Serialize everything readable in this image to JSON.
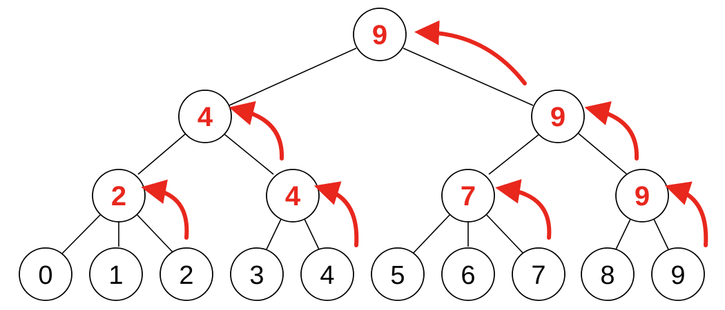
{
  "colors": {
    "accent": "#e8271d",
    "stroke": "#000000",
    "background": "#ffffff"
  },
  "tree": {
    "root": {
      "label": "9"
    },
    "level1": [
      {
        "label": "4"
      },
      {
        "label": "9"
      }
    ],
    "level2": [
      {
        "label": "2"
      },
      {
        "label": "4"
      },
      {
        "label": "7"
      },
      {
        "label": "9"
      }
    ],
    "leaves": [
      {
        "label": "0"
      },
      {
        "label": "1"
      },
      {
        "label": "2"
      },
      {
        "label": "3"
      },
      {
        "label": "4"
      },
      {
        "label": "5"
      },
      {
        "label": "6"
      },
      {
        "label": "7"
      },
      {
        "label": "8"
      },
      {
        "label": "9"
      }
    ]
  }
}
